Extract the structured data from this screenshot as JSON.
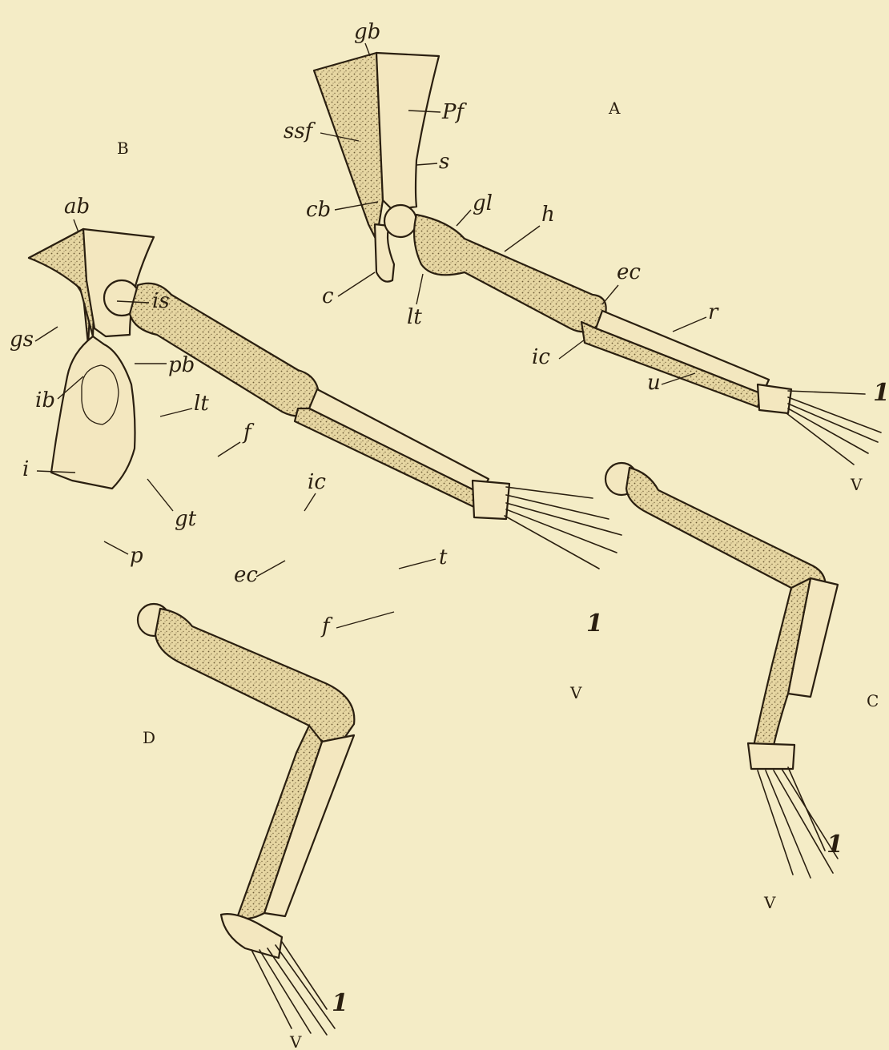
{
  "figures": {
    "A": {
      "letter": "A",
      "labels": {
        "gb": "gb",
        "pf": "Pf",
        "ssf": "ssf",
        "s": "s",
        "cb": "cb",
        "gl": "gl",
        "h": "h",
        "c": "c",
        "lt": "lt",
        "ec": "ec",
        "r": "r",
        "ic": "ic",
        "u": "u",
        "d1": "1",
        "d5": "V"
      }
    },
    "B": {
      "letter": "B",
      "labels": {
        "ab": "ab",
        "is": "is",
        "gs": "gs",
        "pb": "pb",
        "ib": "ib",
        "lt": "lt",
        "f": "f",
        "i": "i",
        "gt": "gt",
        "ic": "ic",
        "p": "p",
        "ec": "ec",
        "t": "t",
        "f2": "f",
        "d1": "1",
        "d5": "V"
      }
    },
    "C": {
      "letter": "C",
      "labels": {
        "d1": "1",
        "d5": "V"
      }
    },
    "D": {
      "letter": "D",
      "labels": {
        "d1": "1",
        "d5": "V"
      }
    }
  }
}
